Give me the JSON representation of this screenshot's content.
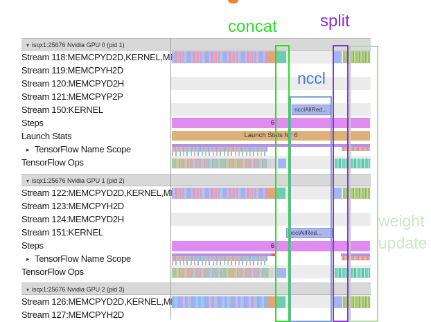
{
  "annotations": {
    "concat": "concat",
    "split": "split",
    "nccl": "nccl",
    "weight_update_line1": "weight",
    "weight_update_line2": "update",
    "colors": {
      "concat_box_and_text": "#2ade2a",
      "split_box_and_text": "#8b2fd6",
      "nccl_text": "#4878d0",
      "nccl_box": "#7ba2dc",
      "weight_update_text": "#cde5c8",
      "weight_update_box": "#b2d8a8"
    }
  },
  "sections": [
    {
      "header": "isqx1:25676 Nvidia GPU 0 (pid 1)",
      "rows": [
        {
          "label": "Stream 118:MEMCPYD2D,KERNEL,ME"
        },
        {
          "label": "Stream 119:MEMCPYH2D"
        },
        {
          "label": "Stream 120:MEMCPYD2H"
        },
        {
          "label": "Stream 121:MEMCPYP2P"
        },
        {
          "label": "Stream 150:KERNEL"
        },
        {
          "label": "Steps"
        },
        {
          "label": "Launch Stats"
        },
        {
          "label": "TensorFlow Name Scope"
        },
        {
          "label": "TensorFlow Ops"
        }
      ]
    },
    {
      "header": "isqx1:25676 Nvidia GPU 1 (pid 2)",
      "rows": [
        {
          "label": "Stream 122:MEMCPYD2D,KERNEL,MI"
        },
        {
          "label": "Stream 123:MEMCPYH2D"
        },
        {
          "label": "Stream 124:MEMCPYD2H"
        },
        {
          "label": "Stream 151:KERNEL"
        },
        {
          "label": "Steps"
        },
        {
          "label": "TensorFlow Name Scope"
        },
        {
          "label": "TensorFlow Ops"
        }
      ]
    },
    {
      "header": "isqx1:25676 Nvidia GPU 2 (pid 3)",
      "rows": [
        {
          "label": "Stream 126:MEMCPYD2D,KERNEL,MI"
        },
        {
          "label": "Stream 127:MEMCPYH2D"
        }
      ]
    }
  ],
  "track": {
    "nccl_bar_label": "ncclAllRed...",
    "steps_value": "6",
    "launch_stats_text": "Launch Stats for 6",
    "steps_bar_color": "#de8cf0",
    "launch_bar_color": "#dcb27a",
    "nccl_bar_color": "#aab6ee"
  },
  "icons": {
    "collapse": "▾",
    "expand": "▸"
  }
}
